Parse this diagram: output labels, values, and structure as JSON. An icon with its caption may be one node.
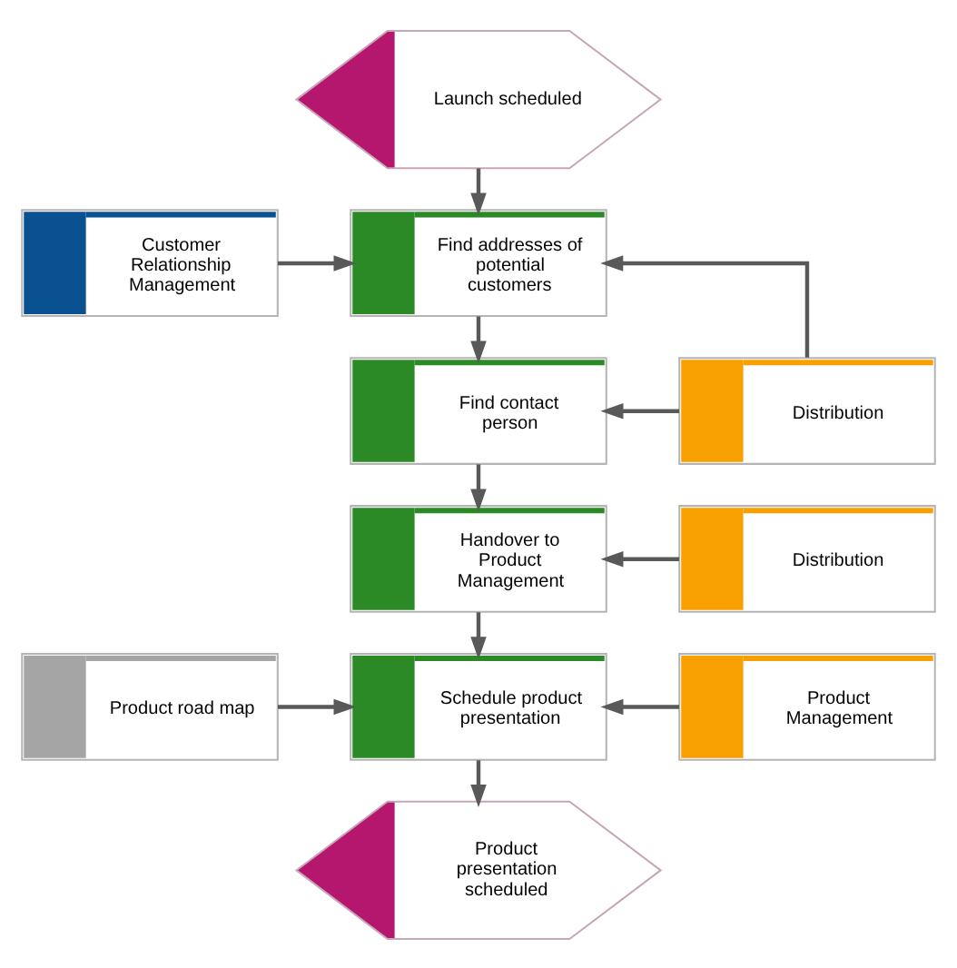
{
  "diagram": {
    "nodes": [
      {
        "text": [
          "Launch scheduled"
        ]
      },
      {
        "text": [
          "Customer Relationship Management"
        ]
      },
      {
        "text": [
          "Find addresses of potential customers"
        ]
      },
      {
        "text": [
          "Find contact person"
        ]
      },
      {
        "text": [
          "Distribution"
        ]
      },
      {
        "text": [
          "Handover to Product Management"
        ]
      },
      {
        "text": [
          "Distribution"
        ]
      },
      {
        "text": [
          "Product road map"
        ]
      },
      {
        "text": [
          "Schedule product presentation"
        ]
      },
      {
        "text": [
          "Product Management"
        ]
      },
      {
        "text": [
          "Product presentation scheduled"
        ]
      }
    ],
    "edges": [
      {
        "from": 0,
        "to": 2,
        "arrow": "to"
      },
      {
        "from": 1,
        "to": 2,
        "arrow": "to"
      },
      {
        "from": 4,
        "to": 2,
        "arrow": "to"
      },
      {
        "from": 2,
        "to": 3,
        "arrow": "to"
      },
      {
        "from": 4,
        "to": 3,
        "arrow": "to"
      },
      {
        "from": 3,
        "to": 5,
        "arrow": "to"
      },
      {
        "from": 6,
        "to": 5,
        "arrow": "to"
      },
      {
        "from": 5,
        "to": 8,
        "arrow": "to"
      },
      {
        "from": 7,
        "to": 8,
        "arrow": "to"
      },
      {
        "from": 9,
        "to": 8,
        "arrow": "to"
      },
      {
        "from": 8,
        "to": 10,
        "arrow": "to"
      }
    ]
  }
}
